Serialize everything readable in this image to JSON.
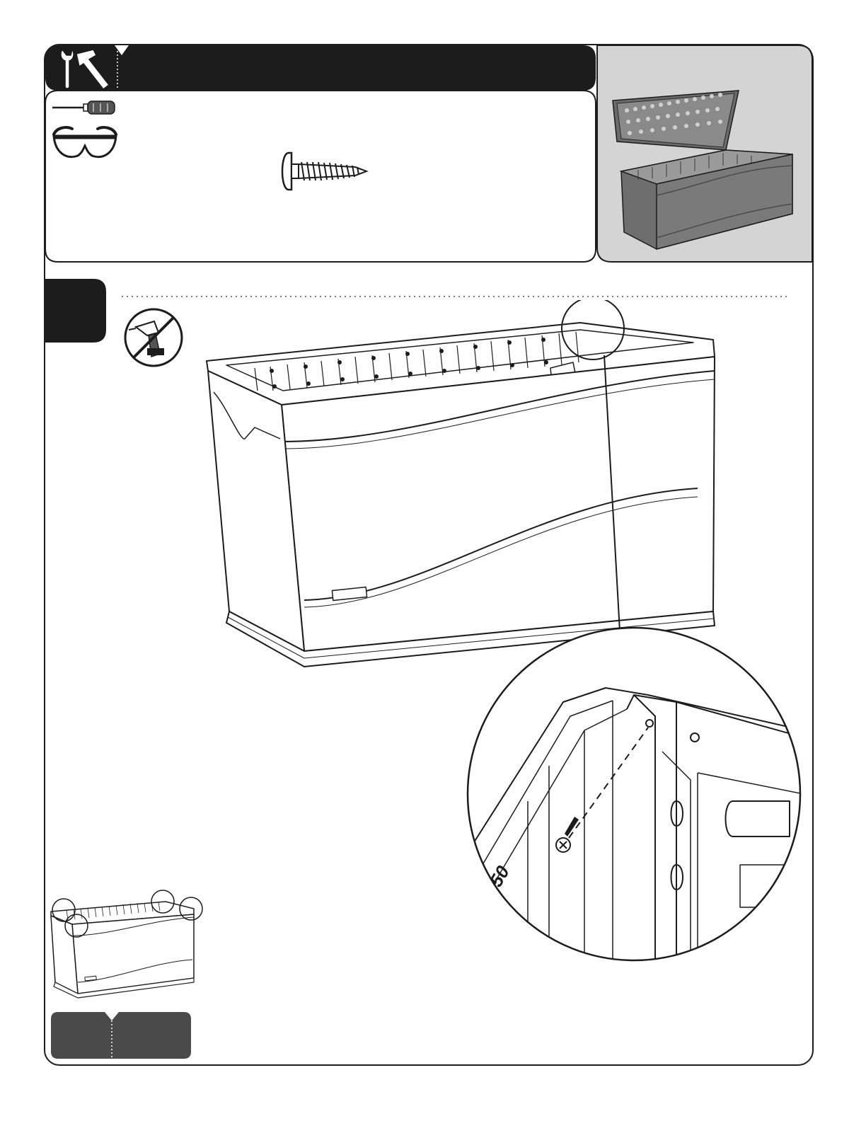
{
  "header": {
    "title": "",
    "step_number": "",
    "tools_icon": "hammer-wrench-icon",
    "header_color": "#1c1c1c"
  },
  "tools_panel": {
    "items": [
      {
        "icon": "screwdriver-icon"
      },
      {
        "icon": "safety-glasses-icon"
      }
    ],
    "hardware": [
      {
        "icon": "screw-icon",
        "label": "",
        "quantity": ""
      }
    ]
  },
  "preview_panel": {
    "background": "#d4d4d4",
    "image": "storage-box-lid-open"
  },
  "substep": {
    "number": "",
    "tool_icon": "power-drill-icon",
    "instruction": ""
  },
  "illustrations": {
    "main": "storage-box-assembly",
    "detail": "corner-screw-detail",
    "detail_label": "50",
    "locator": "storage-box-screw-locations"
  },
  "footer": {
    "page_label": "",
    "page_number": "",
    "color": "#4a4a4a"
  }
}
